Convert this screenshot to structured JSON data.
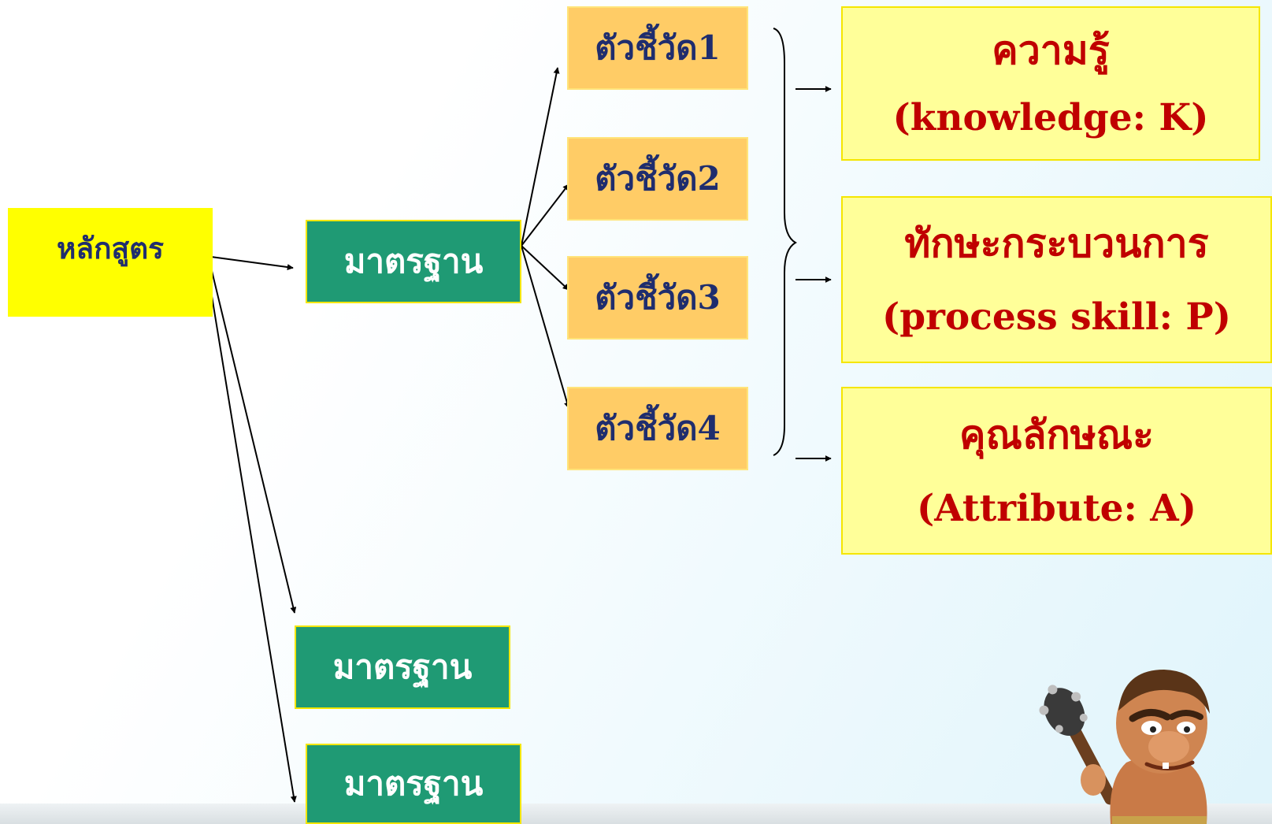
{
  "diagram": {
    "root": {
      "label": "หลักสูตร"
    },
    "standards": [
      {
        "label": "มาตรฐาน"
      },
      {
        "label": "มาตรฐาน"
      },
      {
        "label": "มาตรฐาน"
      }
    ],
    "indicators": [
      {
        "label": "ตัวชี้วัด1"
      },
      {
        "label": "ตัวชี้วัด2"
      },
      {
        "label": "ตัวชี้วัด3"
      },
      {
        "label": "ตัวชี้วัด4"
      }
    ],
    "outcomes": [
      {
        "thai": "ความรู้",
        "english": "(knowledge: K)"
      },
      {
        "thai": "ทักษะกระบวนการ",
        "english": "(process skill: P)"
      },
      {
        "thai": "คุณลักษณะ",
        "english": "(Attribute: A)"
      }
    ]
  },
  "colors": {
    "root_fill": "#ffff00",
    "standard_fill": "#1f9a74",
    "indicator_fill": "#ffcc66",
    "outcome_fill": "#ffff99",
    "outcome_text": "#c00000",
    "label_text": "#1f2d6e"
  },
  "icons": {
    "mascot": "caveman-with-club-icon"
  }
}
